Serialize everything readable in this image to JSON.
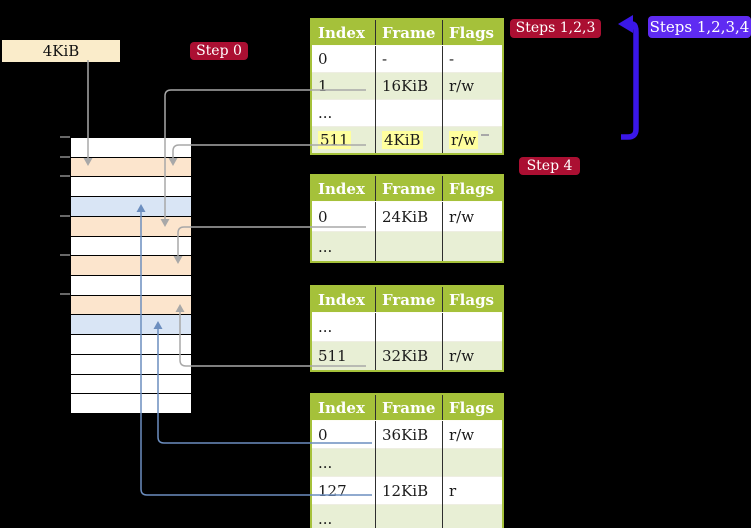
{
  "label_4kib": "4KiB",
  "badges": {
    "step0": "Step 0",
    "steps123": "Steps 1,2,3",
    "steps1234": "Steps 1,2,3,4",
    "step4": "Step 4"
  },
  "table_headers": [
    "Index",
    "Frame",
    "Flags"
  ],
  "tables": [
    {
      "name": "page-table-top",
      "rows": [
        [
          "0",
          "-",
          "-"
        ],
        [
          "1",
          "16KiB",
          "r/w"
        ],
        [
          "...",
          "",
          ""
        ],
        [
          "511",
          "4KiB",
          "r/w"
        ]
      ],
      "highlighted_row": "511 | 4KiB | r/w"
    },
    {
      "name": "page-table-second",
      "rows": [
        [
          "0",
          "24KiB",
          "r/w"
        ],
        [
          "...",
          "",
          ""
        ]
      ]
    },
    {
      "name": "page-table-third",
      "rows": [
        [
          "...",
          "",
          ""
        ],
        [
          "511",
          "32KiB",
          "r/w"
        ]
      ]
    },
    {
      "name": "page-table-bottom",
      "rows": [
        [
          "0",
          "36KiB",
          "r/w"
        ],
        [
          "...",
          "",
          ""
        ],
        [
          "127",
          "12KiB",
          "r"
        ],
        [
          "...",
          "",
          ""
        ]
      ]
    }
  ],
  "memory_rows": [
    "white",
    "peach",
    "white",
    "blue",
    "peach",
    "white",
    "peach",
    "white",
    "peach",
    "blue",
    "white",
    "white",
    "white",
    "white"
  ],
  "colors": {
    "background": "#000000",
    "table_header_green": "#a5c13a",
    "table_row_green": "#e8efd5",
    "frame_peach": "#fce5cd",
    "page_blue": "#d9e5f5",
    "badge_red": "#ab0f32",
    "badge_purple": "#5f2bf2",
    "label_fill": "#faecca",
    "highlight_yellow": "#ffff9e",
    "gray_connector": "#a8a8a8",
    "blue_connector": "#6c8ebf",
    "thick_arrow_blue": "#3a17e8"
  }
}
